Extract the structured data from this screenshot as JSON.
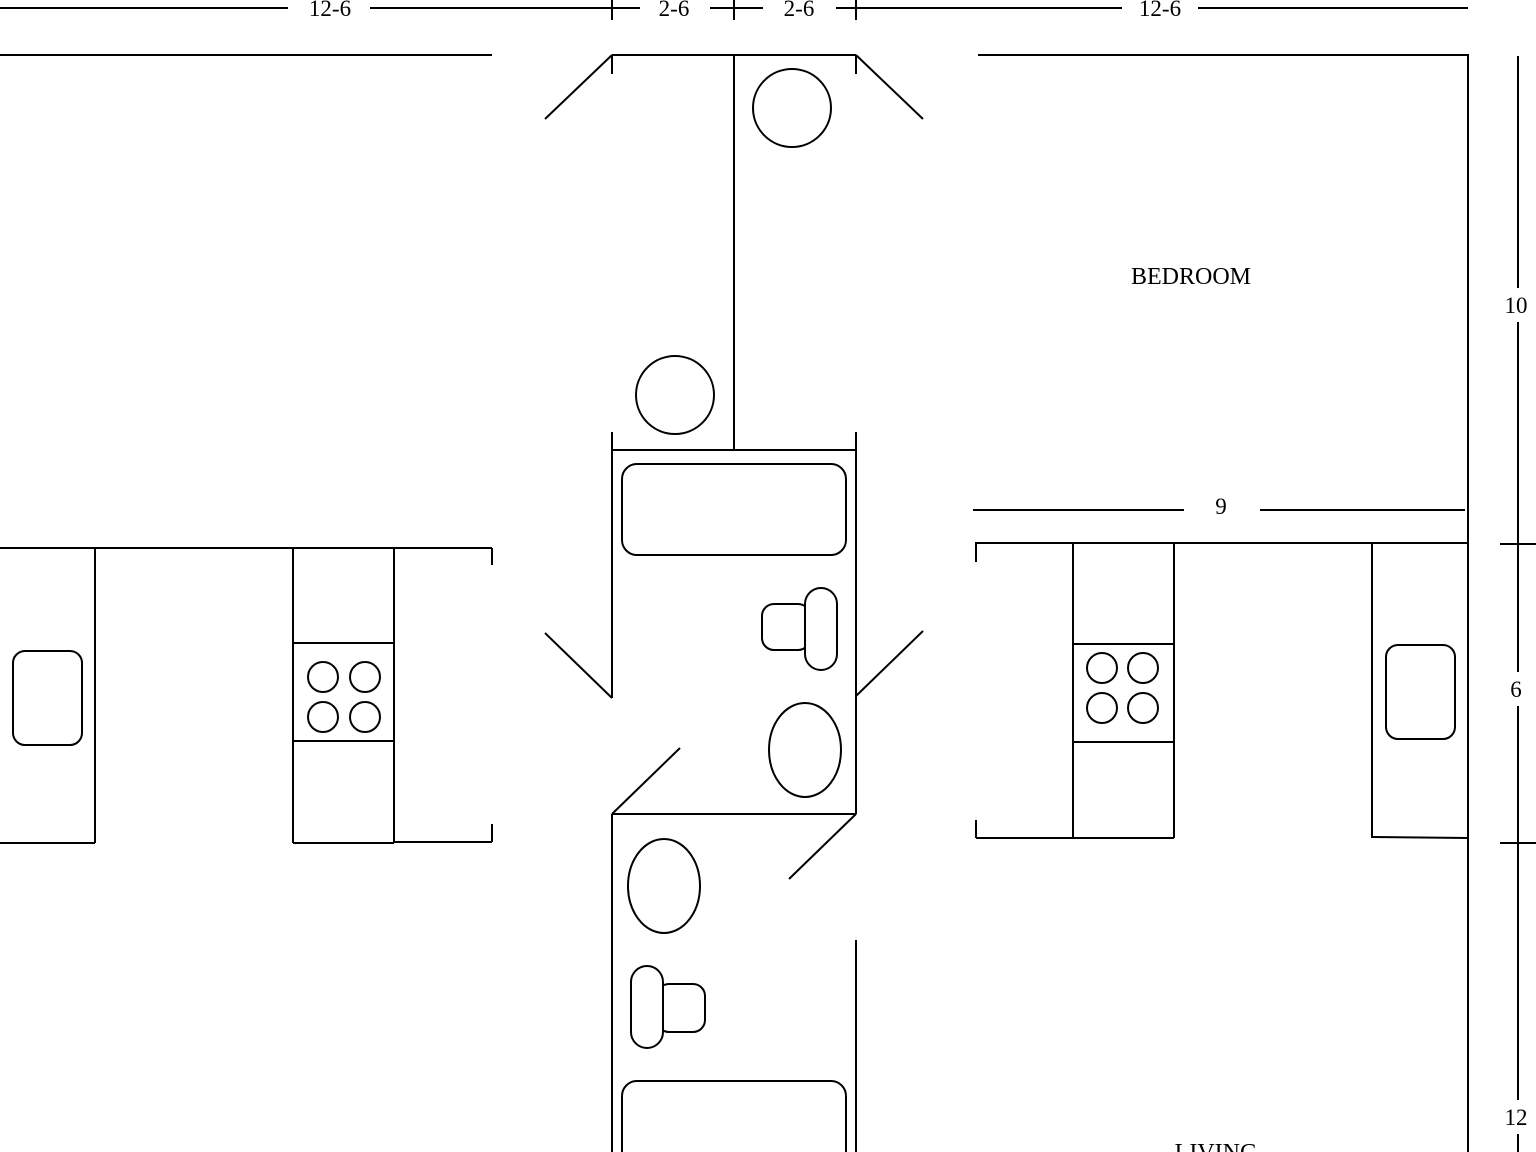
{
  "dimensions": {
    "top_left": "12-6",
    "top_center_left": "2-6",
    "top_center_right": "2-6",
    "top_right": "12-6",
    "right_upper": "10",
    "right_middle": "6",
    "right_lower": "12",
    "bedroom_width": "9"
  },
  "rooms": {
    "bedroom": "BEDROOM",
    "living": "LIVING"
  }
}
